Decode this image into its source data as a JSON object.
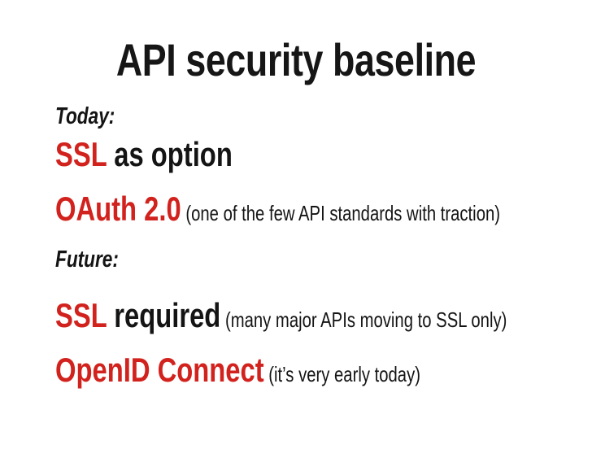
{
  "slide": {
    "title": "API security baseline",
    "background_color": "#ffffff",
    "accent_color": "#d2221d",
    "text_color": "#141414",
    "sections": [
      {
        "label": "Today:",
        "items": [
          {
            "accent": "SSL",
            "rest": " as option",
            "note": ""
          },
          {
            "accent": "OAuth 2.0",
            "rest": "",
            "note": " (one of the few API standards with traction)"
          }
        ]
      },
      {
        "label": "Future:",
        "items": [
          {
            "accent": "SSL",
            "rest": " required",
            "note": " (many major APIs moving to SSL only)"
          },
          {
            "accent": "OpenID Connect",
            "rest": "",
            "note": " (it’s very early today)"
          }
        ]
      }
    ]
  }
}
